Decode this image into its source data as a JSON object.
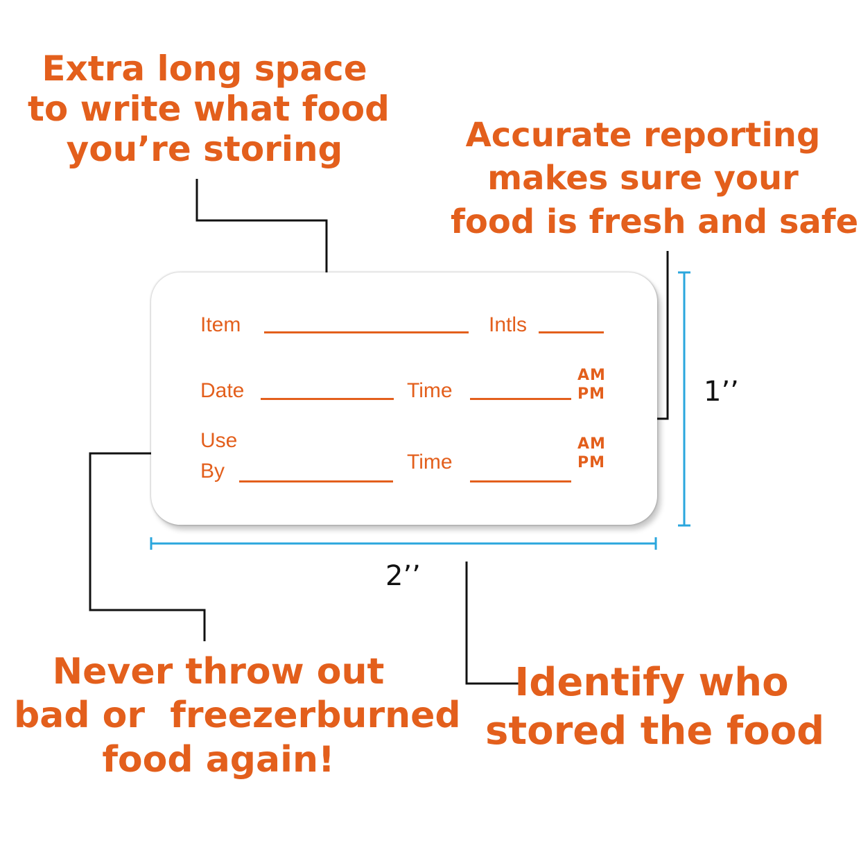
{
  "callouts": {
    "top_left": [
      "Extra long space",
      "to write what food",
      "you’re storing"
    ],
    "top_right": [
      "Accurate reporting",
      "makes sure your",
      "food is fresh and safe!"
    ],
    "bottom_left": [
      "Never throw out",
      "bad or  freezerburned",
      "food again!"
    ],
    "bottom_right": [
      "Identify who",
      "stored the food"
    ]
  },
  "label": {
    "item": "Item",
    "initials": "Intls",
    "date": "Date",
    "time_1": "Time",
    "use": "Use",
    "by": "By",
    "time_2": "Time",
    "am": "AM",
    "pm": "PM"
  },
  "dimensions": {
    "height": "1’’",
    "width": "2’’"
  },
  "colors": {
    "accent": "#e35f1c",
    "dimension_line": "#2aa6dd",
    "leader_line": "#111111"
  }
}
